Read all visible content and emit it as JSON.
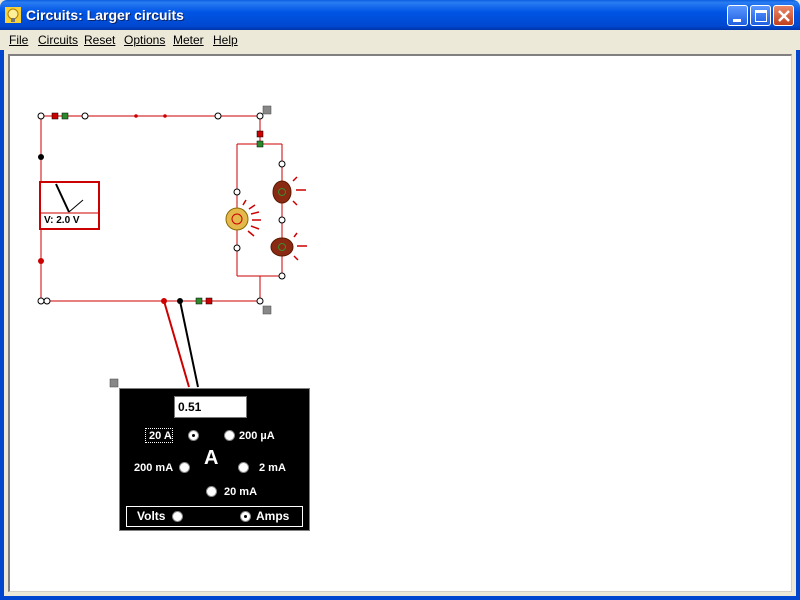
{
  "window": {
    "title": "Circuits: Larger circuits"
  },
  "menu": [
    {
      "label": "File"
    },
    {
      "label": "Circuits"
    },
    {
      "label": "Reset"
    },
    {
      "label": "Options"
    },
    {
      "label": "Meter"
    },
    {
      "label": "Help"
    }
  ],
  "voltmeter": {
    "label": "V: 2.0 V"
  },
  "ammeter": {
    "reading": "0.51",
    "unit_symbol": "A",
    "ranges": {
      "r20A": "20 A",
      "r200uA": "200 µA",
      "r200mA": "200 mA",
      "r2mA": "2 mA",
      "r20mA": "20 mA"
    },
    "selected_range": "20 A",
    "mode": {
      "volts": "Volts",
      "amps": "Amps",
      "selected": "Amps"
    }
  },
  "colors": {
    "wire": "#cc0000",
    "title_bar": "#0055e5",
    "canvas": "#ffffff",
    "meter_bg": "#000000"
  }
}
